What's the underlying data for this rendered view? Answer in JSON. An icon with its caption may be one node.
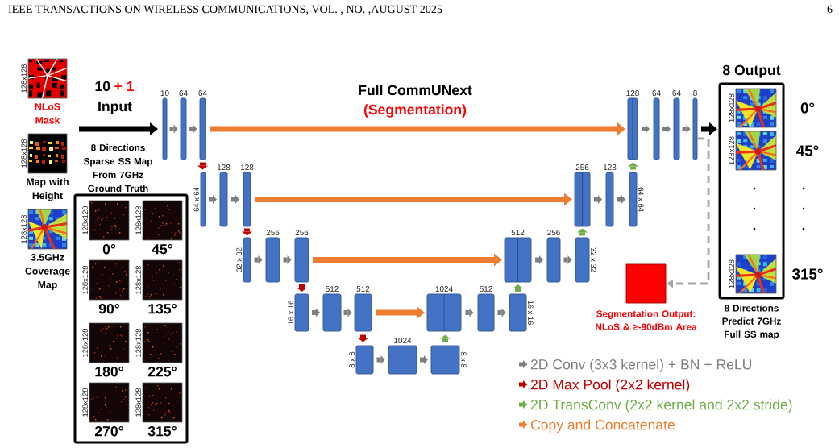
{
  "diagram": {
    "title": "Full CommUNext",
    "nodes": [
      {
        "text": [
          "NLoS Mask"
        ],
        "beside": [
          "128x128"
        ]
      },
      {
        "text": [
          "Map with Height"
        ],
        "beside": [
          "128x128"
        ]
      },
      {
        "text": [
          "3.5GHz Coverage Map"
        ],
        "beside": [
          "128x128"
        ]
      },
      {
        "text": [
          "8 Directions Sparse SS Map From 7GHz Ground Truth"
        ]
      },
      {
        "text": [
          "0°"
        ],
        "beside": [
          "128x128"
        ],
        "in": 3
      },
      {
        "text": [
          "45°"
        ],
        "beside": [
          "128x128"
        ],
        "in": 3
      },
      {
        "text": [
          "90°"
        ],
        "beside": [
          "128x128"
        ],
        "in": 3
      },
      {
        "text": [
          "135°"
        ],
        "beside": [
          "128x128"
        ],
        "in": 3
      },
      {
        "text": [
          "180°"
        ],
        "beside": [
          "128x128"
        ],
        "in": 3
      },
      {
        "text": [
          "225°"
        ],
        "beside": [
          "128x128"
        ],
        "in": 3
      },
      {
        "text": [
          "270°"
        ],
        "beside": [
          "128x128"
        ],
        "in": 3
      },
      {
        "text": [
          "315°"
        ],
        "beside": [
          "128x128"
        ],
        "in": 3
      },
      {
        "text": [
          "10"
        ]
      },
      {
        "text": [
          "64"
        ]
      },
      {
        "text": [
          "64"
        ]
      },
      {
        "text": [
          "128"
        ]
      },
      {
        "text": [
          "64"
        ]
      },
      {
        "text": [
          "64"
        ]
      },
      {
        "text": [
          "8"
        ]
      },
      {
        "text": [],
        "shape": "bar",
        "beside": [
          "64 x 64"
        ]
      },
      {
        "text": [
          "128"
        ]
      },
      {
        "text": [
          "128"
        ]
      },
      {
        "text": [
          "256"
        ]
      },
      {
        "text": [
          "128"
        ]
      },
      {
        "text": [],
        "shape": "bar",
        "beside": [
          "64 x 64"
        ]
      },
      {
        "text": [],
        "shape": "bar",
        "beside": [
          "32 x 32"
        ]
      },
      {
        "text": [
          "256"
        ]
      },
      {
        "text": [
          "256"
        ]
      },
      {
        "text": [
          "512"
        ]
      },
      {
        "text": [
          "256"
        ]
      },
      {
        "text": [],
        "shape": "bar",
        "beside": [
          "32 x 32"
        ]
      },
      {
        "text": [],
        "shape": "bar",
        "beside": [
          "16 x 16"
        ]
      },
      {
        "text": [
          "512"
        ]
      },
      {
        "text": [
          "512"
        ]
      },
      {
        "text": [
          "1024"
        ]
      },
      {
        "text": [
          "512"
        ]
      },
      {
        "text": [],
        "shape": "bar",
        "beside": [
          "16 x 16"
        ]
      },
      {
        "text": [],
        "shape": "bar",
        "beside": [
          "8 x 8"
        ]
      },
      {
        "text": [
          "1024"
        ]
      },
      {
        "text": [],
        "shape": "bar",
        "beside": [
          "8 x 8"
        ]
      },
      {
        "text": [],
        "shape": "box",
        "beside": [
          "Segmentation Output: NLoS & ≥-90dBm Area"
        ]
      },
      {
        "text": [
          "8 Output",
          "8 Directions Predict 7GHz Full SS map"
        ]
      },
      {
        "text": [],
        "shape": "picture",
        "beside": [
          "128x128",
          "0°"
        ],
        "in": 41
      },
      {
        "text": [],
        "shape": "picture",
        "beside": [
          "128x128",
          "45°"
        ],
        "in": 41
      },
      {
        "text": [],
        "shape": "picture",
        "beside": [
          "128x128",
          "315°"
        ],
        "in": 41
      }
    ],
    "edges": [
      {
        "from": null,
        "to": 12,
        "arrow": "to",
        "color": "#000000"
      },
      {
        "from": 12,
        "to": 13,
        "arrow": "to"
      },
      {
        "from": 13,
        "to": 14,
        "arrow": "to"
      },
      {
        "from": 14,
        "to": 19,
        "arrow": "to",
        "color": "#c00000"
      },
      {
        "from": 14,
        "to": 15,
        "arrow": "to",
        "color": "#ed7d31"
      },
      {
        "from": 15,
        "to": 16,
        "arrow": "to"
      },
      {
        "from": 16,
        "to": 17,
        "arrow": "to"
      },
      {
        "from": 17,
        "to": 18,
        "arrow": "to"
      },
      {
        "from": 18,
        "to": 41,
        "arrow": "to",
        "color": "#000000"
      },
      {
        "from": 18,
        "to": 40,
        "arrow": "to",
        "style": "dashed",
        "color": "#a6a6a6"
      },
      {
        "from": 19,
        "to": 20,
        "arrow": "to"
      },
      {
        "from": 20,
        "to": 21,
        "arrow": "to"
      },
      {
        "from": 21,
        "to": 25,
        "arrow": "to",
        "color": "#c00000"
      },
      {
        "from": 21,
        "to": 22,
        "arrow": "to",
        "color": "#ed7d31"
      },
      {
        "from": 22,
        "to": 23,
        "arrow": "to"
      },
      {
        "from": 23,
        "to": 24,
        "arrow": "to"
      },
      {
        "from": 24,
        "to": 15,
        "arrow": "to",
        "color": "#70ad47"
      },
      {
        "from": 25,
        "to": 26,
        "arrow": "to"
      },
      {
        "from": 26,
        "to": 27,
        "arrow": "to"
      },
      {
        "from": 27,
        "to": 31,
        "arrow": "to",
        "color": "#c00000"
      },
      {
        "from": 27,
        "to": 28,
        "arrow": "to",
        "color": "#ed7d31"
      },
      {
        "from": 28,
        "to": 29,
        "arrow": "to"
      },
      {
        "from": 29,
        "to": 30,
        "arrow": "to"
      },
      {
        "from": 30,
        "to": 22,
        "arrow": "to",
        "color": "#70ad47"
      },
      {
        "from": 31,
        "to": 32,
        "arrow": "to"
      },
      {
        "from": 32,
        "to": 33,
        "arrow": "to"
      },
      {
        "from": 33,
        "to": 37,
        "arrow": "to",
        "color": "#c00000"
      },
      {
        "from": 33,
        "to": 34,
        "arrow": "to",
        "color": "#ed7d31"
      },
      {
        "from": 34,
        "to": 35,
        "arrow": "to"
      },
      {
        "from": 35,
        "to": 36,
        "arrow": "to"
      },
      {
        "from": 36,
        "to": 28,
        "arrow": "to",
        "color": "#70ad47"
      },
      {
        "from": 37,
        "to": 38,
        "arrow": "to"
      },
      {
        "from": 38,
        "to": 39,
        "arrow": "to"
      },
      {
        "from": 39,
        "to": 34,
        "arrow": "to",
        "color": "#70ad47"
      }
    ],
    "labels": [
      "IEEE TRANSACTIONS ON WIRELESS COMMUNICATIONS, VOL. , NO. ,AUGUST 2025",
      "6",
      "10",
      "+ 1",
      "Input",
      "(Segmentation)"
    ],
    "legend": [
      {
        "text": "2D Conv (3x3 kernel) + BN + ReLU"
      },
      {
        "text": "2D Max Pool (2x2 kernel)"
      },
      {
        "text": "2D TransConv (2x2 kernel and 2x2 stride)"
      },
      {
        "text": "Copy and Concatenate"
      }
    ]
  }
}
